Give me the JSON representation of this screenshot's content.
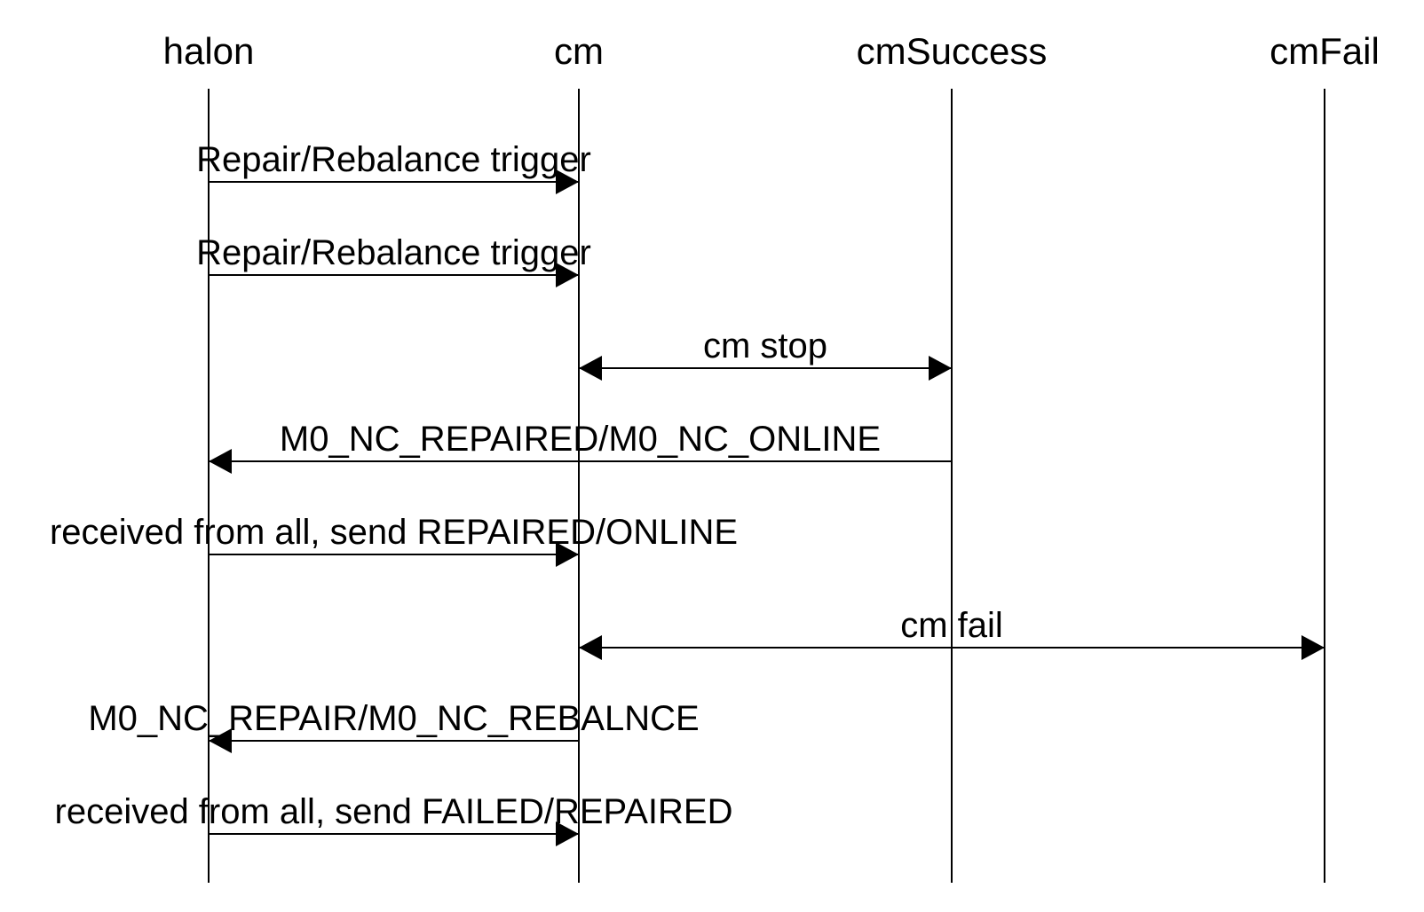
{
  "diagram": {
    "type": "sequence",
    "actors": [
      "halon",
      "cm",
      "cmSuccess",
      "cmFail"
    ],
    "messages": [
      {
        "from": "halon",
        "to": "cm",
        "label": "Repair/Rebalance trigger",
        "bidirectional": false
      },
      {
        "from": "halon",
        "to": "cm",
        "label": "Repair/Rebalance trigger",
        "bidirectional": false
      },
      {
        "from": "cm",
        "to": "cmSuccess",
        "label": "cm stop",
        "bidirectional": true
      },
      {
        "from": "cmSuccess",
        "to": "halon",
        "label": "M0_NC_REPAIRED/M0_NC_ONLINE",
        "bidirectional": false
      },
      {
        "from": "halon",
        "to": "cm",
        "label": "received from all, send REPAIRED/ONLINE",
        "bidirectional": false
      },
      {
        "from": "cm",
        "to": "cmFail",
        "label": "cm fail",
        "bidirectional": true
      },
      {
        "from": "cm",
        "to": "halon",
        "label": "M0_NC_REPAIR/M0_NC_REBALNCE",
        "bidirectional": false
      },
      {
        "from": "halon",
        "to": "cm",
        "label": "received from all, send FAILED/REPAIRED",
        "bidirectional": false
      }
    ]
  }
}
